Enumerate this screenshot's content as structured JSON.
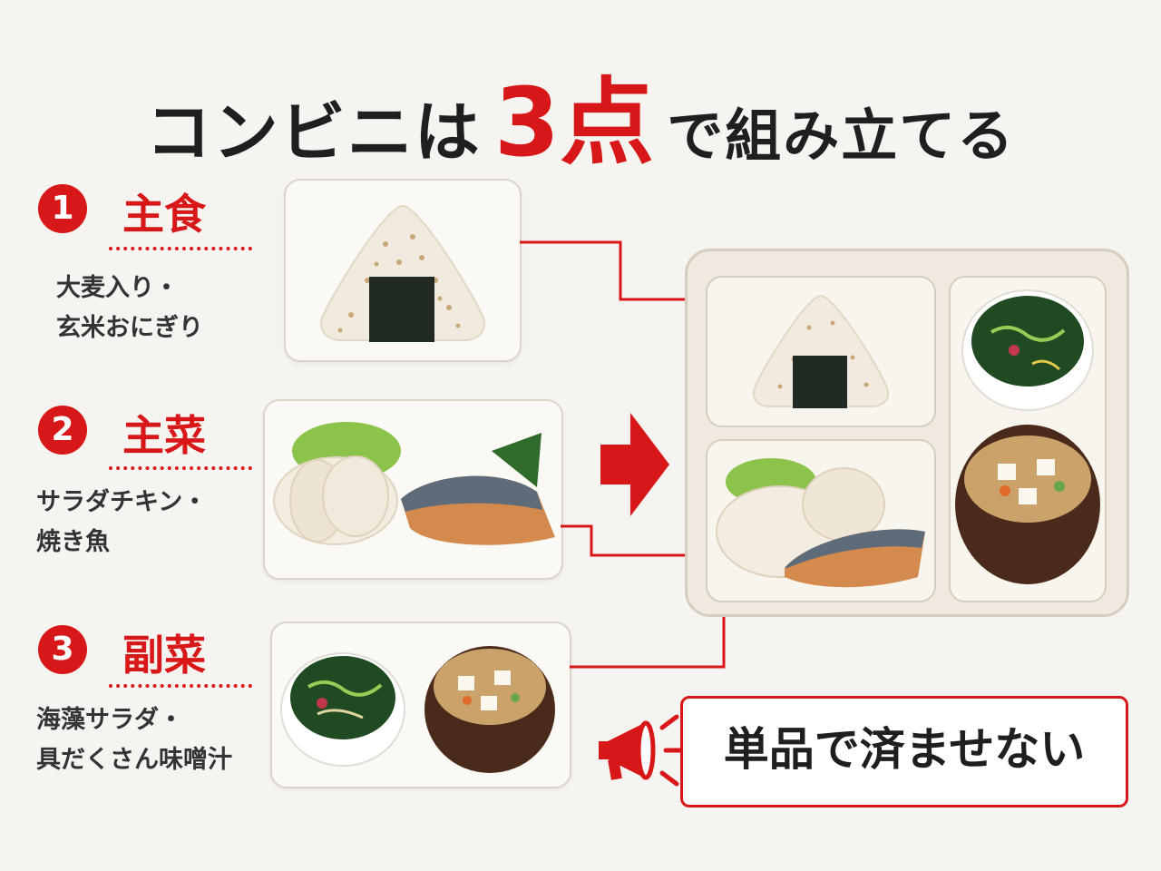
{
  "title": {
    "part1": "コンビニは",
    "highlight": "3点",
    "part2": "で組み立てる"
  },
  "categories": [
    {
      "number": "1",
      "label": "主食",
      "desc_line1": "大麦入り・",
      "desc_line2": "玄米おにぎり"
    },
    {
      "number": "2",
      "label": "主菜",
      "desc_line1": "サラダチキン・",
      "desc_line2": "焼き魚"
    },
    {
      "number": "3",
      "label": "副菜",
      "desc_line1": "海藻サラダ・",
      "desc_line2": "具だくさん味噌汁"
    }
  ],
  "callout": {
    "text": "単品で済ませない",
    "icon": "megaphone-icon"
  },
  "colors": {
    "accent": "#d81818",
    "background": "#f6f4f0",
    "card_border": "#dcd4c7"
  }
}
